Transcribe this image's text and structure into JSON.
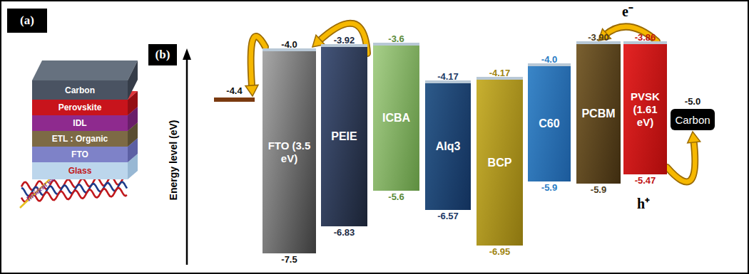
{
  "diagram": {
    "nodes": [
      {
        "text": [
          "(a)"
        ]
      },
      {
        "text": [
          "Carbon"
        ]
      },
      {
        "text": [
          "Perovskite"
        ]
      },
      {
        "text": [
          "IDL"
        ]
      },
      {
        "text": [
          "ETL : Organic"
        ]
      },
      {
        "text": [
          "FTO"
        ]
      },
      {
        "text": [
          "Glass"
        ]
      },
      {
        "text": [
          "(b)"
        ]
      },
      {
        "text": [
          "-4.4"
        ]
      },
      {
        "text": [
          "-4.0",
          "FTO (3.5 eV)",
          "-7.5"
        ]
      },
      {
        "text": [
          "-3.92",
          "PEIE",
          "-6.83"
        ]
      },
      {
        "text": [
          "-3.6",
          "ICBA",
          "-5.6"
        ]
      },
      {
        "text": [
          "-4.17",
          "Alq3",
          "-6.57"
        ]
      },
      {
        "text": [
          "-4.17",
          "BCP",
          "-6.95"
        ]
      },
      {
        "text": [
          "-4.0",
          "C60",
          "-5.9"
        ]
      },
      {
        "text": [
          "-3.90",
          "PCBM",
          "-5.9"
        ]
      },
      {
        "text": [
          "-3.86",
          "PVSK (1.61 eV)",
          "-5.47"
        ]
      },
      {
        "text": [
          "-5.0",
          "Carbon"
        ]
      }
    ],
    "edges": [
      {
        "from": 16,
        "to": 15,
        "arrow": "to"
      },
      {
        "from": 10,
        "to": 9,
        "arrow": "to"
      },
      {
        "from": 9,
        "to": 8,
        "arrow": "to"
      },
      {
        "from": 16,
        "to": 17,
        "arrow": "to"
      }
    ],
    "labels": [
      "Energy level (eV)",
      "Incident wave",
      "e⁻",
      "h⁺"
    ]
  }
}
